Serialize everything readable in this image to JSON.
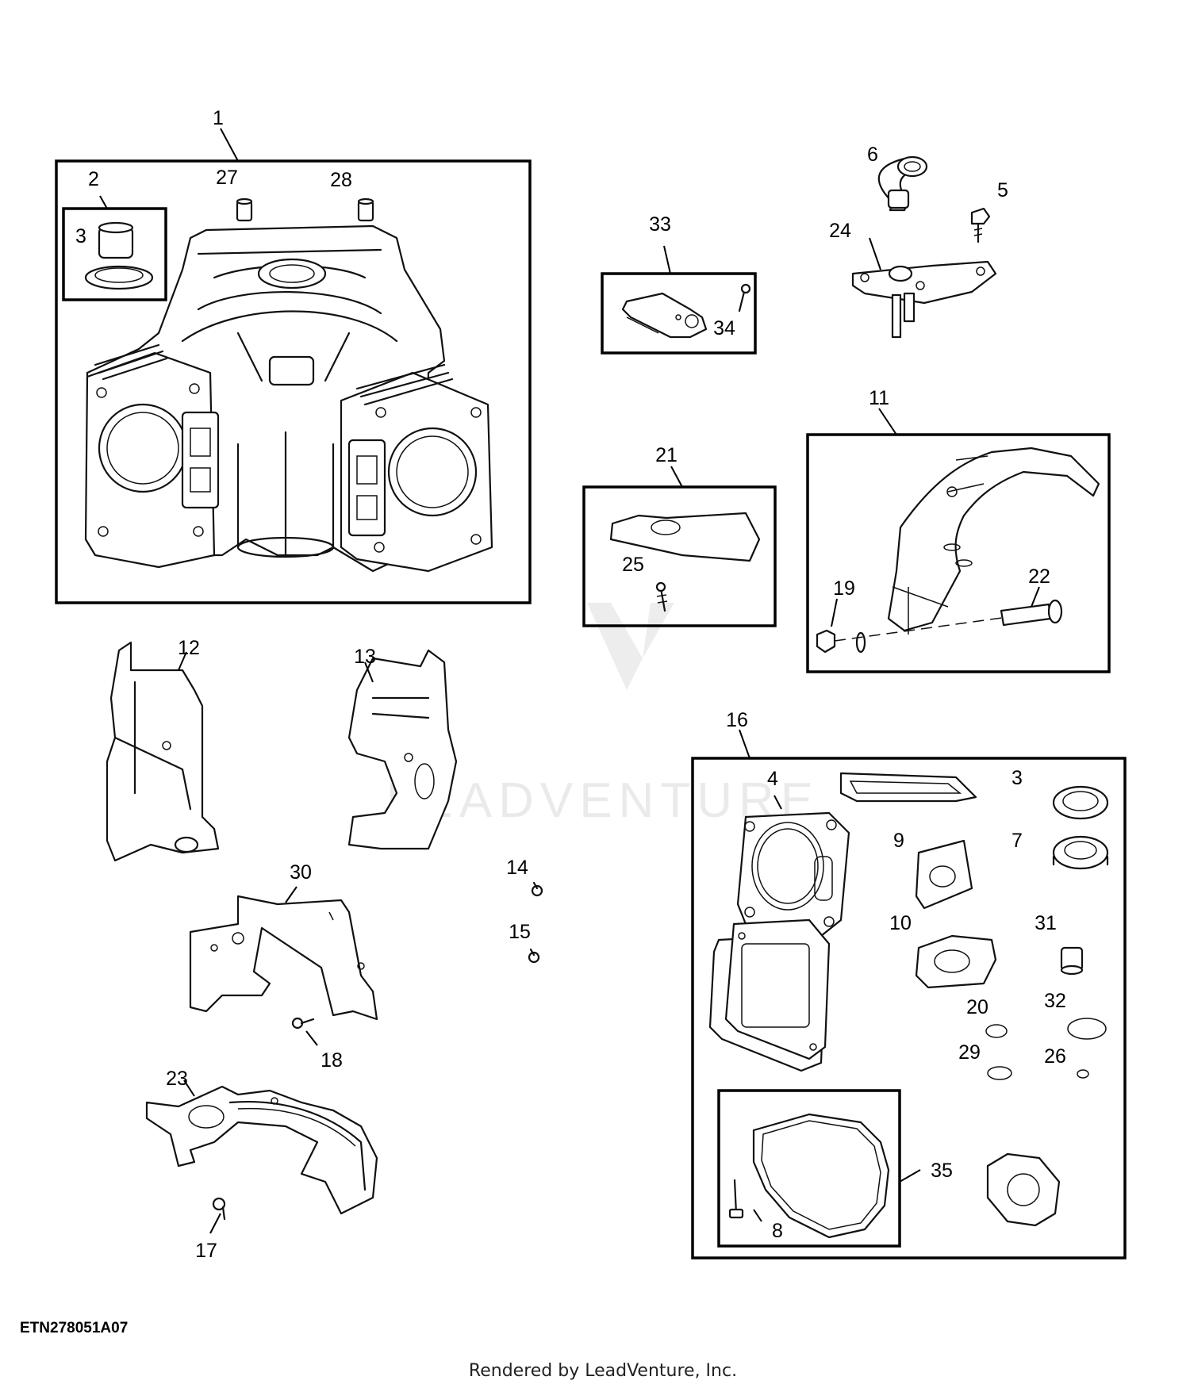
{
  "figure_code": "ETN278051A07",
  "credit": "Rendered by LeadVenture, Inc.",
  "watermark": "LEADVENTURE",
  "callouts": {
    "c1": "1",
    "c2": "2",
    "c3a": "3",
    "c3b": "3",
    "c4": "4",
    "c5": "5",
    "c6": "6",
    "c7": "7",
    "c8": "8",
    "c9": "9",
    "c10": "10",
    "c11": "11",
    "c12": "12",
    "c13": "13",
    "c14": "14",
    "c15": "15",
    "c16": "16",
    "c17": "17",
    "c18": "18",
    "c19": "19",
    "c20": "20",
    "c21": "21",
    "c22": "22",
    "c23": "23",
    "c24": "24",
    "c25": "25",
    "c26": "26",
    "c27": "27",
    "c28": "28",
    "c29": "29",
    "c30": "30",
    "c31": "31",
    "c32": "32",
    "c33": "33",
    "c34": "34",
    "c35": "35"
  }
}
